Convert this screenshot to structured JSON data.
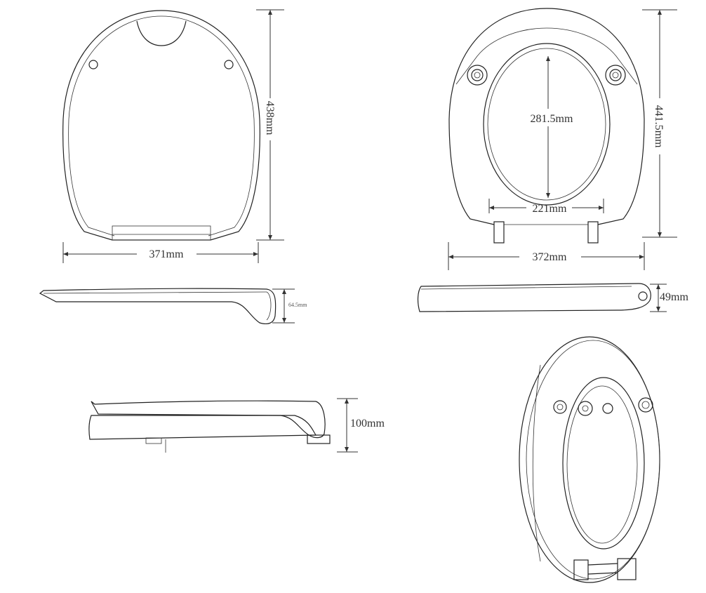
{
  "dimensions": {
    "lid_length": "438mm",
    "lid_width": "371mm",
    "seat_length": "441.5mm",
    "opening_length": "281.5mm",
    "opening_width": "221mm",
    "seat_width": "372mm",
    "lid_side_height": "64.5mm",
    "seat_side_height": "49mm",
    "closed_height": "100mm"
  }
}
